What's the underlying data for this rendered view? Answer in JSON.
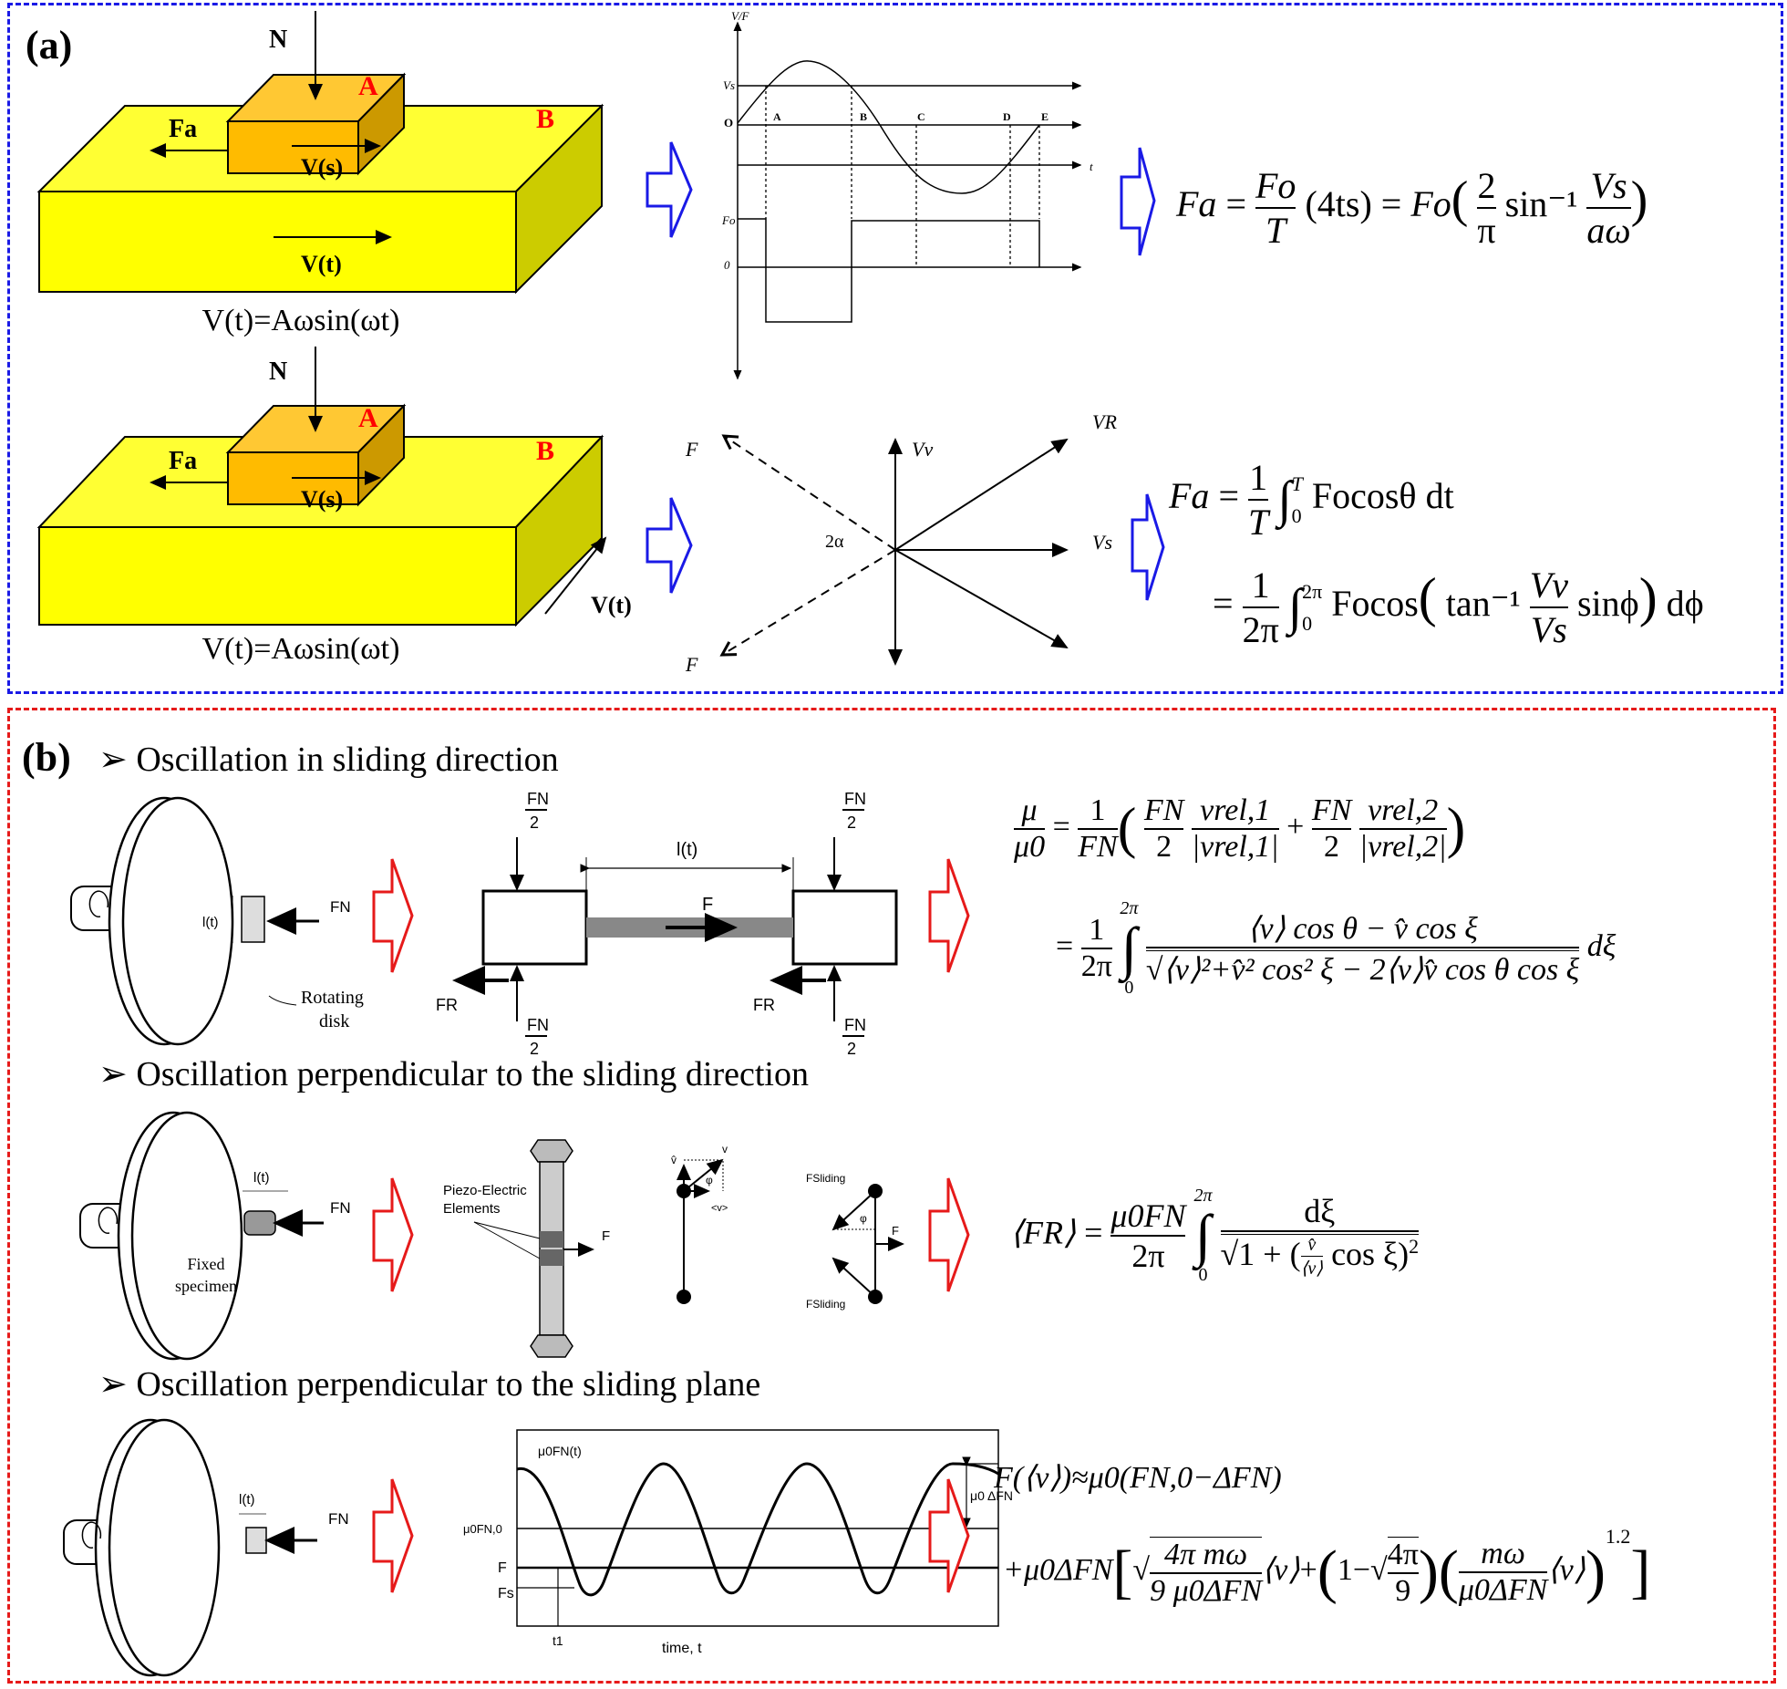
{
  "figure": {
    "panel_a": {
      "tag": "(a)",
      "color": "#1a1ae6",
      "row1": {
        "block_labels": {
          "normal": "N",
          "upper": "A",
          "lower": "B",
          "friction": "Fa",
          "slider_velocity": "V(s)",
          "base_velocity": "V(t)"
        },
        "caption": "V(t)=Aωsin(ωt)",
        "graph": {
          "y_axis_label": "V/F",
          "t_label": "t",
          "level_labels": [
            "Vs",
            "O",
            "Fo",
            "0"
          ],
          "point_labels": [
            "A",
            "B",
            "C",
            "D",
            "E"
          ]
        },
        "equation": {
          "lhs": "Fa",
          "middle_num": "Fo",
          "middle_den": "T",
          "middle_factor": "(4ts)",
          "rhs_prefix": "Fo",
          "rhs_frac_num": "2",
          "rhs_frac_den": "π",
          "rhs_func": "sin⁻¹",
          "rhs_arg_num": "Vs",
          "rhs_arg_den": "aω"
        }
      },
      "row2": {
        "block_labels": {
          "normal": "N",
          "upper": "A",
          "lower": "B",
          "friction": "Fa",
          "slider_velocity": "V(s)",
          "base_velocity": "V(t)"
        },
        "caption": "V(t)=Aωsin(ωt)",
        "vector_diagram": {
          "force_top": "F",
          "force_bottom": "F",
          "angle": "2α",
          "v_vertical": "Vv",
          "v_resultant": "VR",
          "v_sliding": "Vs"
        },
        "equation": {
          "line1": {
            "lhs": "Fa",
            "coef_num": "1",
            "coef_den": "T",
            "upper": "T",
            "lower": "0",
            "integrand": "Focosθ dt"
          },
          "line2": {
            "coef_num": "1",
            "coef_den": "2π",
            "upper": "2π",
            "lower": "0",
            "integrand_pre": "Focos",
            "func": "tan⁻¹",
            "arg_num": "Vv",
            "arg_den": "Vs",
            "integrand_post": "sinϕ",
            "differential": "dϕ"
          }
        }
      }
    },
    "panel_b": {
      "tag": "(b)",
      "color": "#e61a1a",
      "sections": [
        {
          "heading": "Oscillation in sliding direction",
          "disk_labels": {
            "displacement": "l(t)",
            "normal": "FN",
            "caption_line1": "Rotating",
            "caption_line2": "disk"
          },
          "schematic": {
            "gap": "l(t)",
            "force": "F",
            "friction_left": "FR",
            "friction_right": "FR",
            "half_load_num": "FN",
            "half_load_den": "2"
          },
          "equation": {
            "lhs_num": "μ",
            "lhs_den": "μ0",
            "coef_num": "1",
            "coef_den": "FN",
            "term1_num": "FN",
            "term1_den": "2",
            "term1_v_num": "vrel,1",
            "term1_v_den": "|vrel,1|",
            "term2_num": "FN",
            "term2_den": "2",
            "term2_v_num": "vrel,2",
            "term2_v_den": "|vrel,2|",
            "line2_coef_num": "1",
            "line2_coef_den": "2π",
            "upper": "2π",
            "lower": "0",
            "integrand_num": "⟨v⟩ cos θ − v̂ cos ξ",
            "integrand_den": "⟨v⟩²+v̂² cos² ξ − 2⟨v⟩v̂ cos θ cos ξ",
            "differential": "dξ"
          }
        },
        {
          "heading": "Oscillation perpendicular to the sliding direction",
          "disk_labels": {
            "displacement": "l(t)",
            "normal": "FN",
            "caption_line1": "Fixed",
            "caption_line2": "specimen"
          },
          "schematic": {
            "piezo_line1": "Piezo-Electric",
            "piezo_line2": "Elements",
            "force": "F"
          },
          "vectors": {
            "v_hat": "v̂",
            "v": "v",
            "phi": "φ",
            "v_mean": "<v>",
            "f_sliding_top": "FSliding",
            "f_sliding_bottom": "FSliding",
            "phi2": "φ",
            "force": "F"
          },
          "equation": {
            "lhs": "⟨FR⟩",
            "coef_num": "μ0FN",
            "coef_den": "2π",
            "upper": "2π",
            "lower": "0",
            "num": "dξ",
            "den_pre": "1 +",
            "ratio_num": "v̂",
            "ratio_den": "⟨v⟩",
            "den_post": "cos ξ",
            "power": "2"
          }
        },
        {
          "heading": "Oscillation perpendicular to the sliding plane",
          "disk_labels": {
            "displacement": "l(t)",
            "normal": "FN"
          },
          "graph": {
            "curve_label": "μ0FN(t)",
            "amplitude_label": "μ0 ΔFN",
            "mean_label": "μ0FN,0",
            "f_label": "F",
            "fs_label": "Fs",
            "t1_label": "t1",
            "x_label": "time, t"
          },
          "equation": {
            "line1": "F(⟨v⟩)≈μ0(FN,0−ΔFN)",
            "line2_prefix": "+μ0ΔFN",
            "sqrt1_num": "4π   mω",
            "sqrt1_den": "9 μ0ΔFN",
            "v_mean": "⟨v⟩",
            "plus": "+",
            "paren_pre": "1−",
            "sqrt2_num": "4π",
            "sqrt2_den": "9",
            "frac_num": "mω",
            "frac_den": "μ0ΔFN",
            "exponent": "1.2"
          }
        }
      ]
    }
  }
}
